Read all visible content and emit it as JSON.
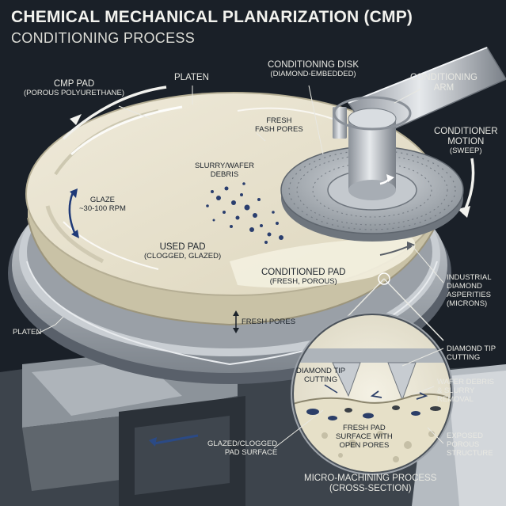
{
  "title": {
    "main": "CHEMICAL MECHANICAL PLANARIZATION (CMP)",
    "sub": "CONDITIONING PROCESS"
  },
  "labels": {
    "cmp_pad": "CMP PAD",
    "cmp_pad_sub": "(POROUS POLYURETHANE)",
    "platen_top": "PLATEN",
    "platen_left": "PLATEN",
    "conditioning_disk": "CONDITIONING DISK",
    "conditioning_disk_sub": "(DIAMOND-EMBEDDED)",
    "conditioning_arm_1": "CONDITIONING",
    "conditioning_arm_2": "ARM",
    "fresh_fash_1": "FRESH",
    "fresh_fash_2": "FASH PORES",
    "conditioner_motion_1": "CONDITIONER",
    "conditioner_motion_2": "MOTION",
    "conditioner_motion_sub": "(SWEEP)",
    "slurry_1": "SLURRY/WAFER",
    "slurry_2": "DEBRIS",
    "glaze_1": "GLAZE",
    "glaze_2": "~30-100 RPM",
    "used_pad": "USED PAD",
    "used_pad_sub": "(CLOGGED, GLAZED)",
    "conditioned_pad": "CONDITIONED PAD",
    "conditioned_pad_sub": "(FRESH, POROUS)",
    "fresh_pores": "FRESH PORES",
    "industrial_1": "INDUSTRIAL",
    "industrial_2": "DIAMOND",
    "industrial_3": "ASPERITIES",
    "industrial_4": "(MICRONS)",
    "diamond_tip_right_1": "DIAMOND TIP",
    "diamond_tip_right_2": "CUTTING",
    "diamond_tip_inner_1": "DIAMOND TIP",
    "diamond_tip_inner_2": "CUTTING",
    "wafer_debris_1": "WAFER DEBRIS",
    "wafer_debris_2": "& SLURRY",
    "wafer_debris_3": "REMOVAL",
    "fresh_surface_1": "FRESH PAD",
    "fresh_surface_2": "SURFACE WITH",
    "fresh_surface_3": "OPEN PORES",
    "glazed_1": "GLAZED/CLOGGED",
    "glazed_2": "PAD SURFACE",
    "exposed_1": "EXPOSED",
    "exposed_2": "POROUS",
    "exposed_3": "STRUCTURE",
    "micro_1": "MICRO-MACHINING PROCESS",
    "micro_2": "(CROSS-SECTION)"
  },
  "colors": {
    "background": "#1a2028",
    "pad": "#e7e2cf",
    "metal": "#b9bec4",
    "debris": "#2a3e6e"
  }
}
